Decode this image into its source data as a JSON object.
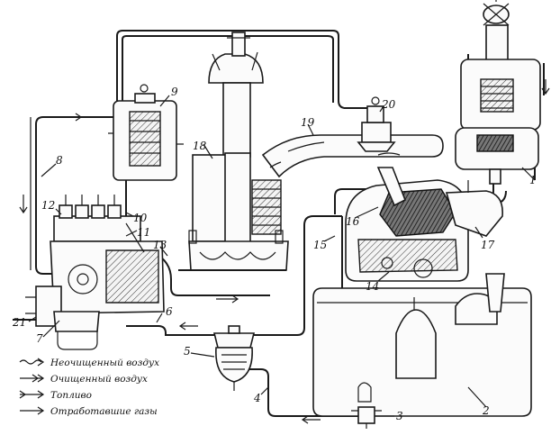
{
  "callouts": {
    "n1": "1",
    "n2": "2",
    "n3": "3",
    "n4": "4",
    "n5": "5",
    "n6": "6",
    "n7": "7",
    "n8": "8",
    "n9": "9",
    "n10": "10",
    "n11": "11",
    "n12": "12",
    "n13": "13",
    "n14": "14",
    "n15": "15",
    "n16": "16",
    "n17": "17",
    "n18": "18",
    "n19": "19",
    "n20": "20",
    "n21": "21"
  },
  "legend": [
    {
      "label": "Неочищенный воздух",
      "icon": "wavy-arrow-icon"
    },
    {
      "label": "Очищенный воздух",
      "icon": "double-chevron-arrow-icon"
    },
    {
      "label": "Топливо",
      "icon": "feathered-arrow-icon"
    },
    {
      "label": "Отработавшие газы",
      "icon": "single-arrow-icon"
    }
  ]
}
